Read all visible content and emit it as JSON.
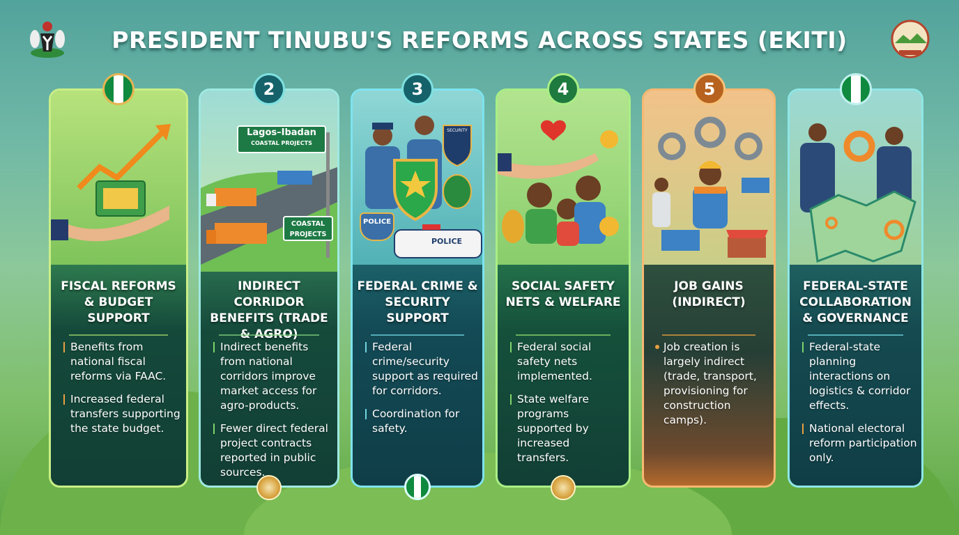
{
  "title": "PRESIDENT TINUBU'S REFORMS ACROSS STATES (EKITI)",
  "colors": {
    "flag_green": "#0f8a3e",
    "accent_orange": "#e8a040",
    "teal": "#1d6e77"
  },
  "cards": [
    {
      "badge": "flag",
      "heading": "FISCAL REFORMS & BUDGET SUPPORT",
      "bullets": [
        "Benefits from national fiscal reforms via FAAC.",
        "Increased federal transfers supporting the state budget."
      ]
    },
    {
      "badge": "2",
      "heading": "INDIRECT CORRIDOR BENEFITS (TRADE & AGRO)",
      "sign_main_title": "Lagos–Ibadan",
      "sign_main_sub": "COASTAL PROJECTS",
      "sign_small": "COASTAL PROJECTS",
      "bullets": [
        "Indirect benefits from national corridors improve market access for agro-products.",
        "Fewer direct federal project contracts reported in public sources."
      ]
    },
    {
      "badge": "3",
      "heading": "FEDERAL CRIME & SECURITY SUPPORT",
      "shield_label": "POLICE",
      "car_label": "POLICE",
      "security_badge": "SECURITY",
      "bullets": [
        "Federal crime/security support as required for corridors.",
        "Coordination for safety."
      ]
    },
    {
      "badge": "4",
      "heading": "SOCIAL SAFETY NETS & WELFARE",
      "bullets": [
        "Federal social safety nets implemented.",
        "State welfare programs supported by increased transfers."
      ]
    },
    {
      "badge": "5",
      "heading": "JOB GAINS (INDIRECT)",
      "bullets": [
        "Job creation is largely indirect (trade, transport, provisioning for construction camps)."
      ]
    },
    {
      "badge": "flag",
      "heading": "FEDERAL-STATE COLLABORATION & GOVERNANCE",
      "bullets": [
        "Federal-state planning interactions on logistics & corridor effects.",
        "National electoral reform participation only."
      ]
    }
  ]
}
